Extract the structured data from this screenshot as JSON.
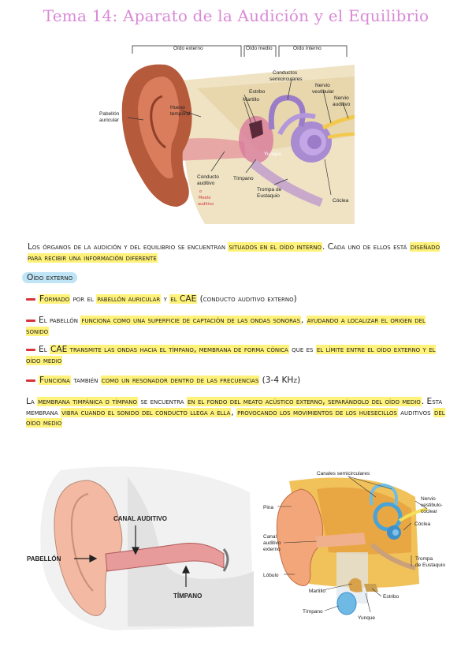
{
  "title": "Tema 14: Aparato de la Audición y el Equilibrio",
  "figure1": {
    "labels": {
      "oido_externo": "Oído externo",
      "oido_medio": "Oído medio",
      "oido_interno": "Oído interno",
      "estribo": "Estribo",
      "martillo": "Martillo",
      "conductos_1": "Conductos",
      "conductos_2": "semicirculares",
      "nervio_vest_1": "Nervio",
      "nervio_vest_2": "vestibular",
      "nervio_aud_1": "Nervio",
      "nervio_aud_2": "auditivo",
      "pabellon_1": "Pabellón",
      "pabellon_2": "auricular",
      "hueso_1": "Hueso",
      "hueso_2": "temporal",
      "yunque": "Yunque",
      "conducto_1": "Conducto",
      "conducto_2": "auditivo",
      "timpano": "Tímpano",
      "trompa_1": "Trompa de",
      "trompa_2": "Eustaquio",
      "coclea": "Cóclea",
      "note_1": "o",
      "note_2": "Meato",
      "note_3": "auditivo"
    }
  },
  "intro": {
    "p1": "Los órganos de la audición y del equilibrio se encuentran ",
    "h1": "situados en el oído interno",
    "p2": ". Cada uno de ellos está ",
    "h2": "diseñado para recibir una información diferente"
  },
  "section_heading": "Oído externo",
  "bullets": {
    "b1": {
      "h1": "Formado",
      "t1": " por el ",
      "h2": "pabellón auricular",
      "t2": " y ",
      "h3": "el CAE",
      "t3": " (conducto auditivo externo)"
    },
    "b2": {
      "t1": "El pabellón ",
      "h1": "funciona como una superficie de captación de las ondas sonoras",
      "t2": ", ",
      "h2": "ayudando a localizar el origen del sonido"
    },
    "b3": {
      "t1": "El ",
      "h1": "CAE transmite las ondas hacia el tímpano, membrana de forma cónica",
      "t2": " que es ",
      "h2": "el límite entre el oído externo y el oído medio"
    },
    "b4": {
      "h1": "Funciona",
      "t1": " también ",
      "h2": "como un resonador dentro de las frecuencias",
      "t2": " (3-4 KHz)"
    }
  },
  "paragraph2": {
    "t1": "La ",
    "h1": "membrana timpánica o tímpano",
    "t2": " se encuentra ",
    "h2": "en el fondo del meato acústico externo, separándolo del oído medio",
    "t3": ". Esta membrana ",
    "h3": "vibra cuando el sonido del conducto llega a ella",
    "t4": ", ",
    "h4": "provocando los movimientos de los huesecillos",
    "t5": " auditivos ",
    "h5": "del oído medio"
  },
  "figure2": {
    "canal": "CANAL AUDITIVO",
    "pabellon": "PABELLÓN",
    "timpano": "TÍMPANO"
  },
  "figure3": {
    "canales": "Canales semicirculares",
    "pina": "Pina",
    "nervio_1": "Nervio",
    "nervio_2": "vestibulo-",
    "nervio_3": "coclear",
    "coclea": "Cóclea",
    "canal_1": "Canal",
    "canal_2": "auditivo",
    "canal_3": "externo",
    "trompa_1": "Trompa",
    "trompa_2": "de Eustaquio",
    "lobulo": "Lóbulo",
    "martillo": "Martillo",
    "estribo": "Estribo",
    "timpano": "Tímpano",
    "yunque": "Yunque"
  }
}
